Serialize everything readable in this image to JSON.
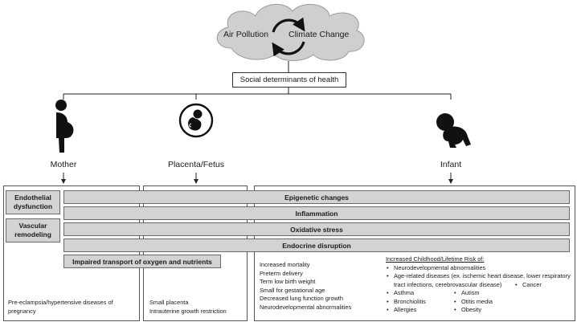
{
  "cloud": {
    "left_text": "Air Pollution",
    "right_text": "Climate Change",
    "fill": "#cfcfcf"
  },
  "social_determinants": "Social determinants of health",
  "populations": [
    {
      "label": "Mother",
      "icon": "pregnant-woman-icon"
    },
    {
      "label": "Placenta/Fetus",
      "icon": "fetus-icon"
    },
    {
      "label": "Infant",
      "icon": "baby-icon"
    }
  ],
  "mother_boxes": [
    "Endothelial dysfunction",
    "Vascular remodeling"
  ],
  "shared_bars": [
    "Epigenetic changes",
    "Inflammation",
    "Oxidative stress",
    "Endocrine disruption"
  ],
  "transport_bar": "Impaired transport of oxygen and nutrients",
  "outcomes": {
    "mother": [
      "Pre-eclampsia/hypertensive diseases of pregnancy"
    ],
    "fetus": [
      "Small placenta",
      "Intrauterine growth restriction"
    ],
    "infant": [
      "Increased mortality",
      "Preterm delivery",
      "Term low birth weight",
      "Small for gestational age",
      "Decreased lung function growth",
      "Neurodevelopmental abnormalities"
    ]
  },
  "risk": {
    "title": "Increased Childhood/Lifetime Risk of:",
    "items": [
      "Neurodevelopmental  abnormalities",
      "Age-related diseases (ex. ischemic heart disease, lower respiratory tract infections, cerebrovascular disease)"
    ],
    "col1": [
      "Asthma",
      "Bronchiolitis",
      "Allergies"
    ],
    "col2": [
      "Autism",
      "Otitis media",
      "Obesity"
    ],
    "col3": [
      "Cancer"
    ]
  },
  "colors": {
    "bar_fill": "#d3d3d3",
    "cloud_fill": "#cfcfcf"
  }
}
